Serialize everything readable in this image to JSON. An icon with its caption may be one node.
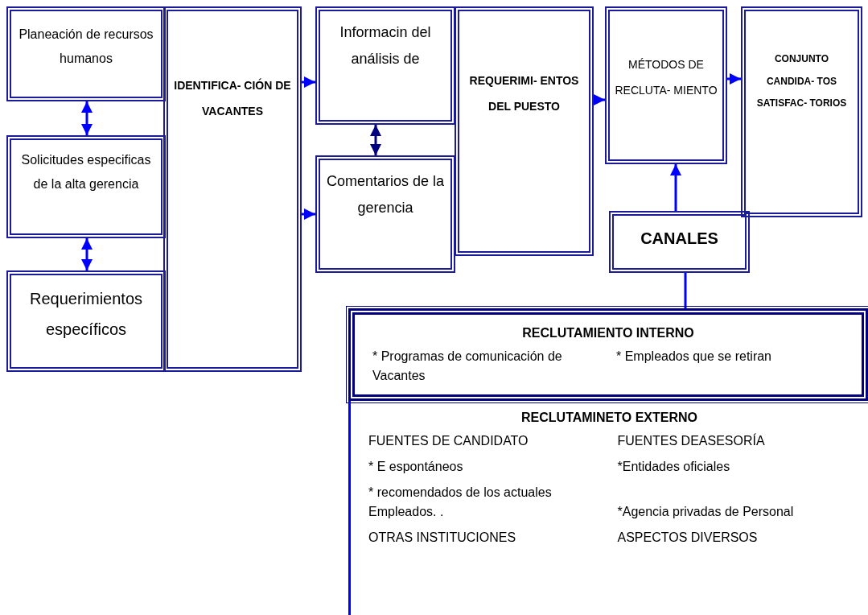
{
  "diagram": {
    "nodes": [
      {
        "text": [
          "Planeación de recursos humanos"
        ]
      },
      {
        "text": [
          "Solicitudes especificas de la alta gerencia"
        ]
      },
      {
        "text": [
          "Requerimientos específicos"
        ]
      },
      {
        "text": [
          "IDENTIFICA- CIÓN DE VACANTES"
        ]
      },
      {
        "text": [
          "Informacin del análisis de"
        ]
      },
      {
        "text": [
          "Comentarios de la gerencia"
        ]
      },
      {
        "text": [
          "REQUERIMI- ENTOS DEL PUESTO"
        ]
      },
      {
        "text": [
          "MÉTODOS DE RECLUTA- MIENTO"
        ]
      },
      {
        "text": [
          "CONJUNTO CANDIDA- TOS SATISFAC- TORIOS"
        ]
      },
      {
        "text": [
          "CANALES"
        ]
      },
      {
        "text": [
          "RECLUTAMIENTO INTERNO",
          "* Programas de comunicación de Vacantes",
          "* Empleados que se retiran"
        ]
      },
      {
        "text": [
          "RECLUTAMINETO EXTERNO",
          "FUENTES DE CANDIDATO",
          "FUENTES DEASESORÍA",
          "* E espontáneos",
          "*Entidades oficiales",
          "* recomendados de los actuales Empleados. .",
          "*Agencia privadas de Personal",
          "OTRAS INSTITUCIONES",
          "ASPECTOS DIVERSOS"
        ]
      }
    ],
    "edges": [
      {
        "from": 0,
        "to": 1,
        "arrow": "both"
      },
      {
        "from": 1,
        "to": 2,
        "arrow": "both"
      },
      {
        "from": 3,
        "to": 4,
        "arrow": "to"
      },
      {
        "from": 3,
        "to": 5,
        "arrow": "to"
      },
      {
        "from": 4,
        "to": 5,
        "arrow": "both",
        "color": "#000080"
      },
      {
        "from": 6,
        "to": 7,
        "arrow": "to"
      },
      {
        "from": 7,
        "to": 8,
        "arrow": "to"
      },
      {
        "from": 9,
        "to": 7,
        "arrow": "to"
      },
      {
        "from": 9,
        "to": 10,
        "arrow": "none"
      }
    ]
  }
}
